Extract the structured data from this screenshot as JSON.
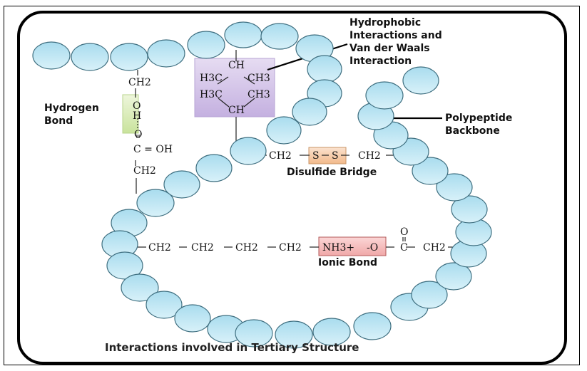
{
  "title": "Interactions involved in Tertiary Structure",
  "labels": {
    "hydrophobic": [
      "Hydrophobic",
      "Interactions and",
      "Van der Waals",
      "Interaction"
    ],
    "hydrogen_bond": [
      "Hydrogen",
      "Bond"
    ],
    "polypeptide": [
      "Polypeptide",
      "Backbone"
    ],
    "disulfide": "Disulfide Bridge",
    "ionic": "Ionic Bond"
  },
  "chemistry": {
    "hydrogen_bond": {
      "top_group": "CH2",
      "donor_o": "O",
      "donor_h": "H",
      "acceptor_o": "O",
      "carboxyl": "C = OH",
      "bottom_group": "CH2"
    },
    "hydrophobic": {
      "upper_ch": "CH",
      "upper_left": "H3C",
      "upper_right": "CH3",
      "lower_left": "H3C",
      "lower_right": "CH3",
      "lower_ch": "CH"
    },
    "disulfide": {
      "left_group": "CH2",
      "s1": "S",
      "s2": "S",
      "right_group": "CH2"
    },
    "ionic": {
      "chain": [
        "CH2",
        "CH2",
        "CH2",
        "CH2"
      ],
      "cation": "NH3+",
      "anion": "-O",
      "carbonyl_o": "O",
      "carbonyl_c": "C",
      "right_group": "CH2"
    }
  },
  "colors": {
    "bead_fill": "#bfe6f3",
    "bead_stroke": "#3f6f80",
    "hydrophobic_box": "#d2c2e8",
    "hydrogen_box": "#d7ebb4",
    "disulfide_box": "#f6c9a2",
    "ionic_box": "#f4b4b4"
  }
}
